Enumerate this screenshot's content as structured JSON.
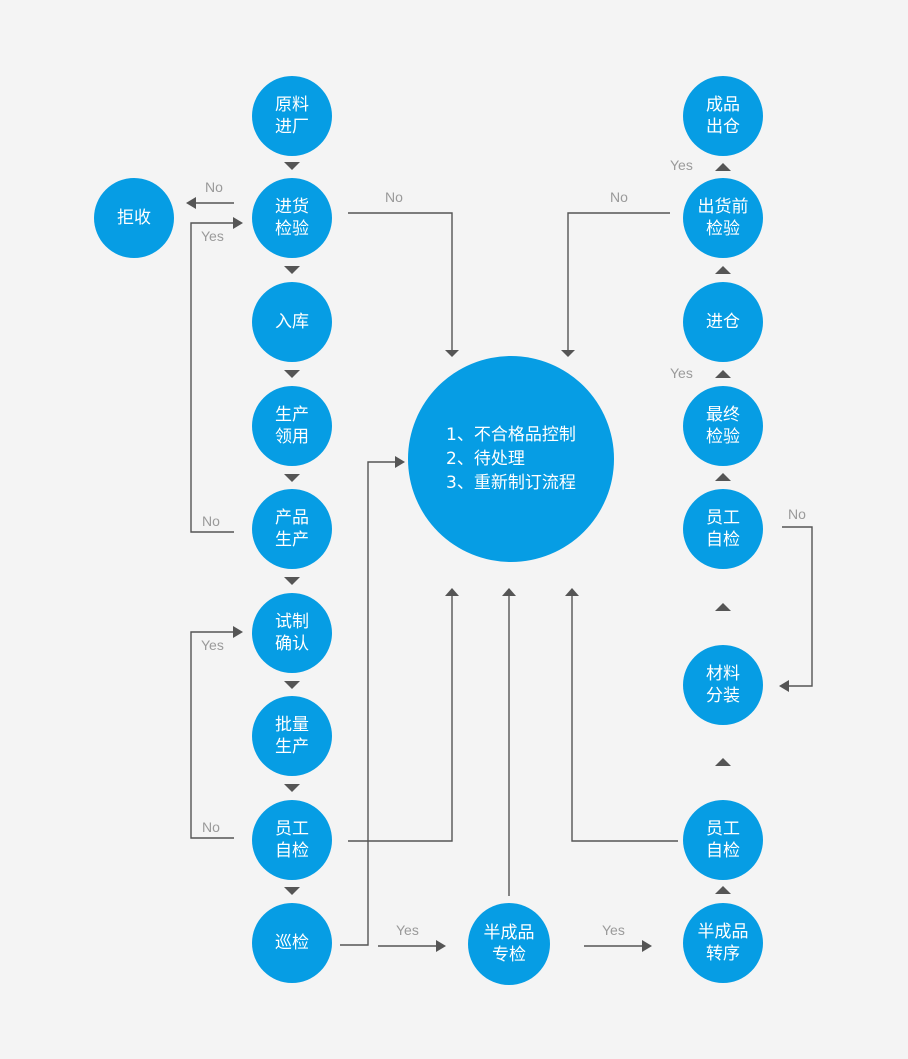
{
  "colors": {
    "node": "#069de4",
    "line": "#555555",
    "label": "#9a9a9a",
    "background": "#f4f4f4"
  },
  "nodes": {
    "raw_material": [
      "原料",
      "进厂"
    ],
    "incoming_inspection": [
      "进货",
      "检验"
    ],
    "reject": [
      "拒收"
    ],
    "warehousing": [
      "入库"
    ],
    "production_requisition": [
      "生产",
      "领用"
    ],
    "product_production": [
      "产品",
      "生产"
    ],
    "trial_confirmation": [
      "试制",
      "确认"
    ],
    "batch_production": [
      "批量",
      "生产"
    ],
    "staff_self_check_left": [
      "员工",
      "自检"
    ],
    "patrol_inspection": [
      "巡检"
    ],
    "semi_product_inspection": [
      "半成品",
      "专检"
    ],
    "semi_product_transfer": [
      "半成品",
      "转序"
    ],
    "staff_self_check_right_bottom": [
      "员工",
      "自检"
    ],
    "material_packing": [
      "材料",
      "分装"
    ],
    "staff_self_check_right_top": [
      "员工",
      "自检"
    ],
    "final_inspection": [
      "最终",
      "检验"
    ],
    "enter_warehouse": [
      "进仓"
    ],
    "pre_shipment_inspection": [
      "出货前",
      "检验"
    ],
    "finished_goods_out": [
      "成品",
      "出仓"
    ],
    "nonconforming": [
      "1、不合格品控制",
      "2、待处理",
      "3、重新制订流程"
    ]
  },
  "labels": {
    "incoming_no": "No",
    "incoming_yes": "Yes",
    "incoming_to_center_no": "No",
    "production_no": "No",
    "trial_yes": "Yes",
    "self_check_no": "No",
    "patrol_yes": "Yes",
    "semi_yes": "Yes",
    "pre_shipment_yes": "Yes",
    "pre_shipment_no": "No",
    "final_yes": "Yes",
    "right_self_check_no": "No"
  }
}
